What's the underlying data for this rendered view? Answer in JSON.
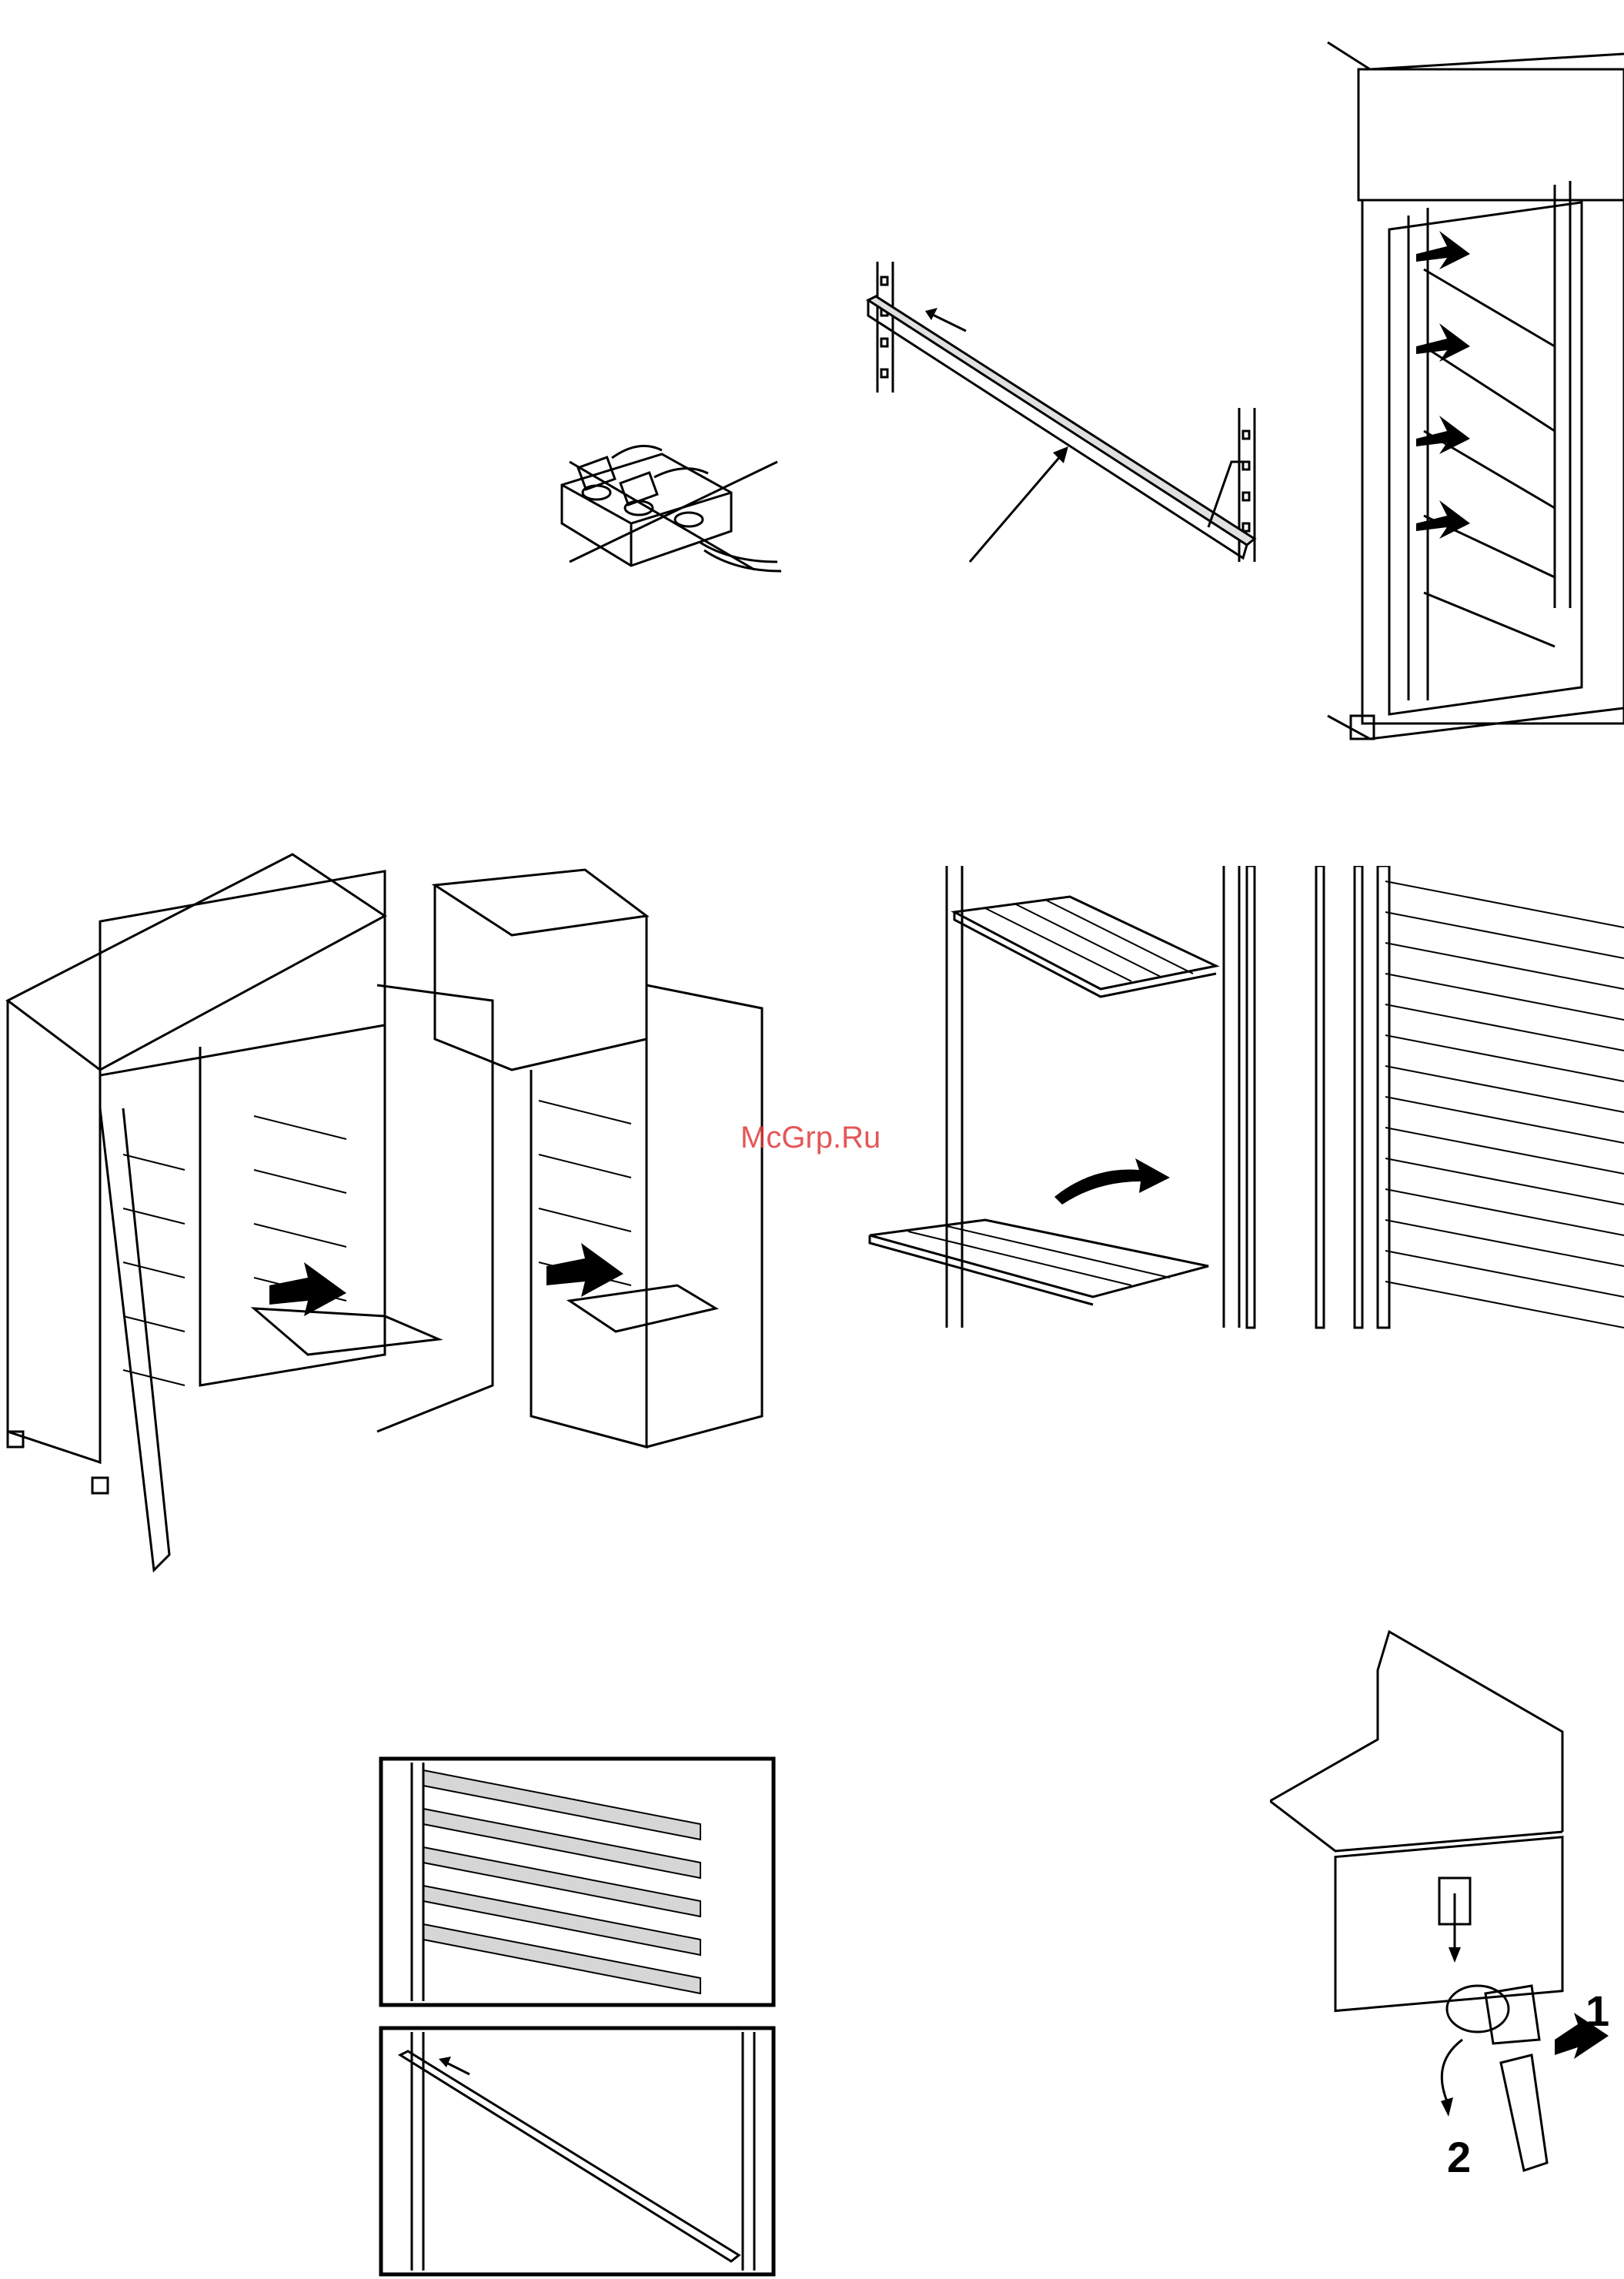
{
  "watermark": {
    "text": "McGrp.Ru",
    "color": "#e03a3a"
  },
  "key_lock_figure": {
    "step_1": "1",
    "step_2": "2"
  },
  "figures": [
    "power-strip-prohibited",
    "shelf-rail-insertion",
    "cabinet-rails-front",
    "cabinets-shelf-insertion",
    "grid-shelf-insertion",
    "tray-rail-detail",
    "key-lock"
  ]
}
